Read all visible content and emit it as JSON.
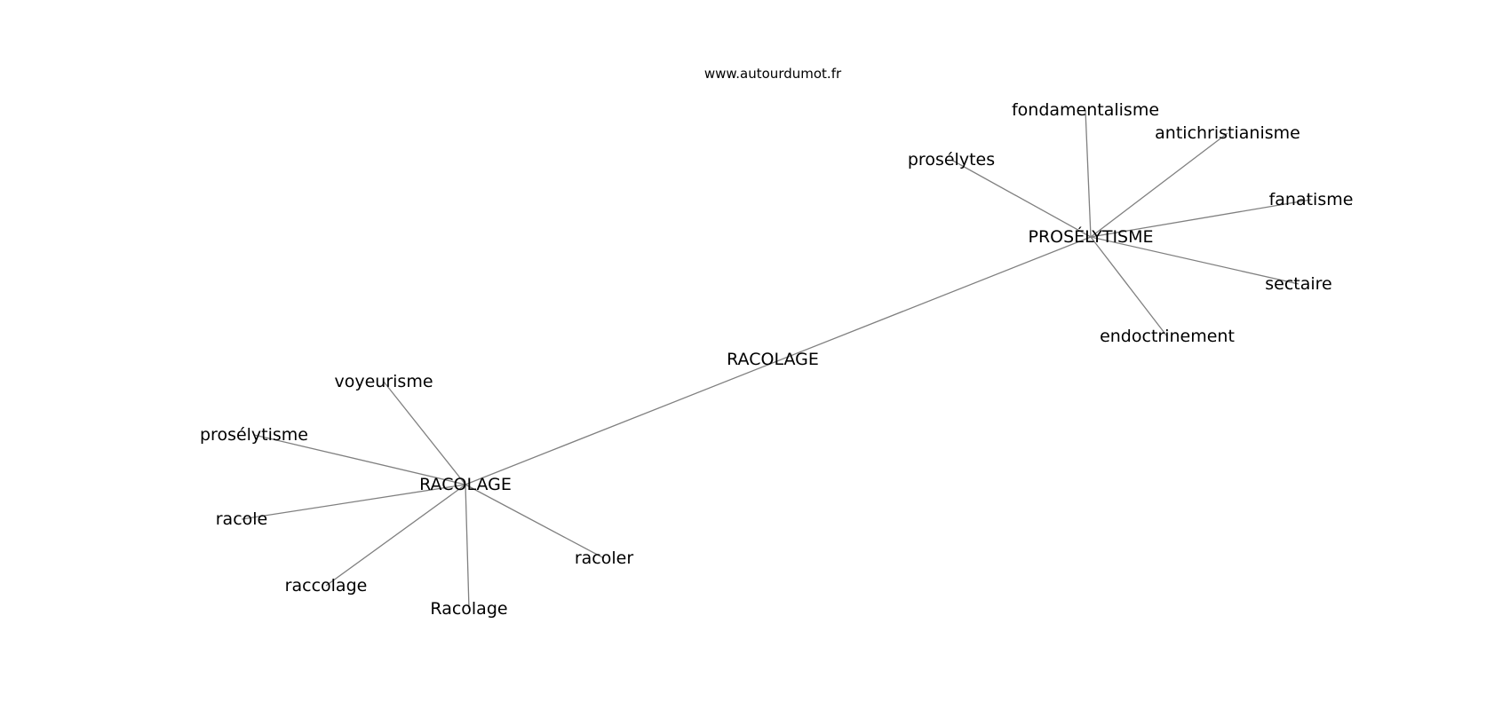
{
  "watermark": "www.autourdumot.fr",
  "center": "RACOLAGE",
  "hubs": [
    {
      "id": "racolage",
      "label": "RACOLAGE",
      "leaves": [
        "voyeurisme",
        "prosélytisme",
        "racole",
        "raccolage",
        "Racolage",
        "racoler"
      ]
    },
    {
      "id": "proselytisme",
      "label": "PROSÉLYTISME",
      "leaves": [
        "prosélytes",
        "fondamentalisme",
        "antichristianisme",
        "fanatisme",
        "sectaire",
        "endoctrinement"
      ]
    }
  ],
  "colors": {
    "edge": "#808080",
    "text": "#000000",
    "background": "#ffffff"
  }
}
